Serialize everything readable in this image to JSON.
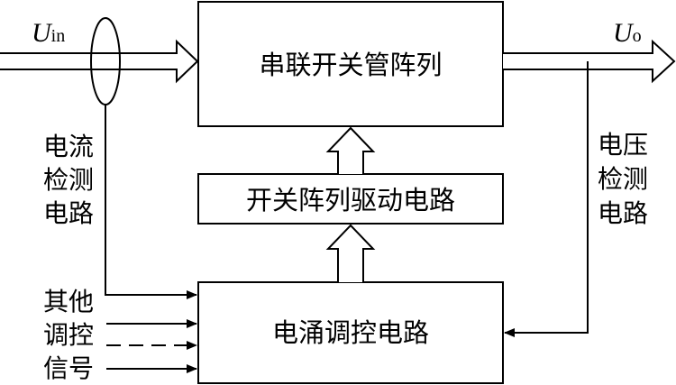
{
  "blocks": {
    "switch_array": "串联开关管阵列",
    "driver": "开关阵列驱动电路",
    "surge_control": "电涌调控电路"
  },
  "signals": {
    "input": {
      "symbol": "U",
      "subscript": "in"
    },
    "output": {
      "symbol": "U",
      "subscript": "o"
    }
  },
  "side_labels": {
    "current_detect": [
      "电流",
      "检测",
      "电路"
    ],
    "voltage_detect": [
      "电压",
      "检测",
      "电路"
    ],
    "other_signals": [
      "其他",
      "调控",
      "信号"
    ]
  }
}
